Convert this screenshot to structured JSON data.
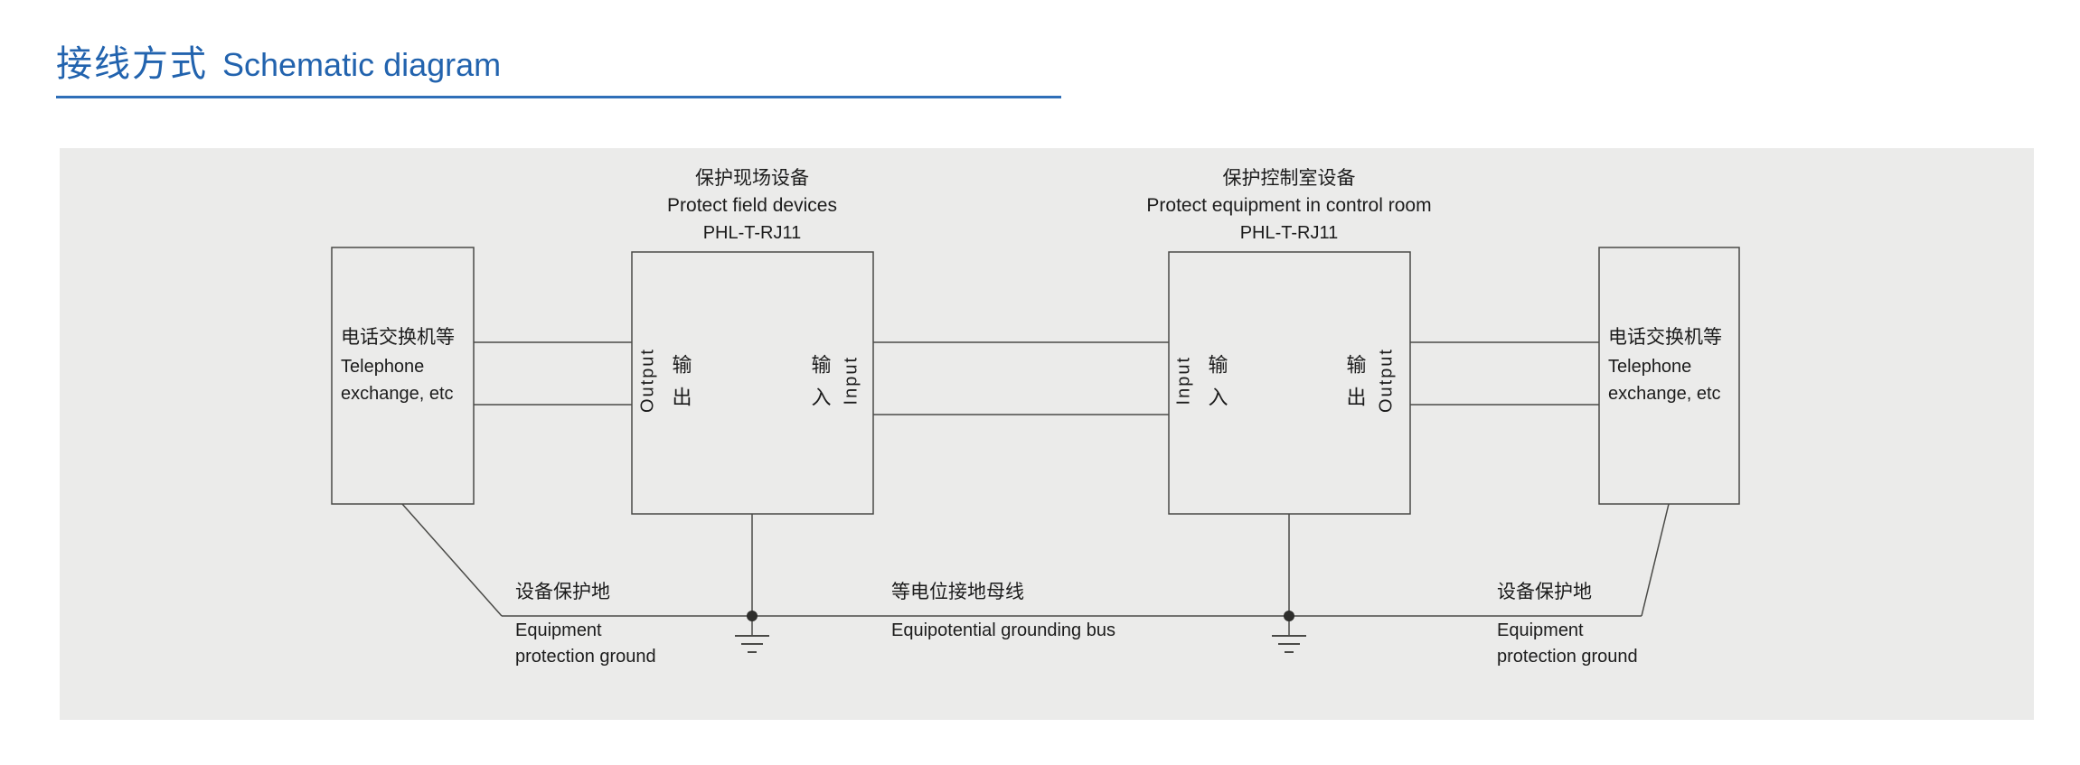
{
  "header": {
    "title_zh": "接线方式",
    "title_en": "Schematic diagram"
  },
  "diagram": {
    "device_field": {
      "zh": "保护现场设备",
      "en": "Protect field devices",
      "model": "PHL-T-RJ11"
    },
    "device_control": {
      "zh": "保护控制室设备",
      "en": "Protect  equipment in control room",
      "model": "PHL-T-RJ11"
    },
    "telephone_left": {
      "zh": "电话交换机等",
      "en_line1": "Telephone",
      "en_line2": "exchange, etc"
    },
    "telephone_right": {
      "zh": "电话交换机等",
      "en_line1": "Telephone",
      "en_line2": "exchange, etc"
    },
    "ports": {
      "output_zh": "输出",
      "output_en": "Output",
      "input_zh": "输入",
      "input_en": "Input"
    },
    "ground": {
      "left": {
        "zh": "设备保护地",
        "en_line1": "Equipment",
        "en_line2": "protection ground"
      },
      "bus": {
        "zh": "等电位接地母线",
        "en": "Equipotential grounding bus"
      },
      "right": {
        "zh": "设备保护地",
        "en_line1": "Equipment",
        "en_line2": "protection ground"
      }
    },
    "colors": {
      "accent_blue": "#2263ae",
      "panel_bg": "#ebebea",
      "line": "#4a4a47",
      "text": "#1c1c1c"
    }
  }
}
